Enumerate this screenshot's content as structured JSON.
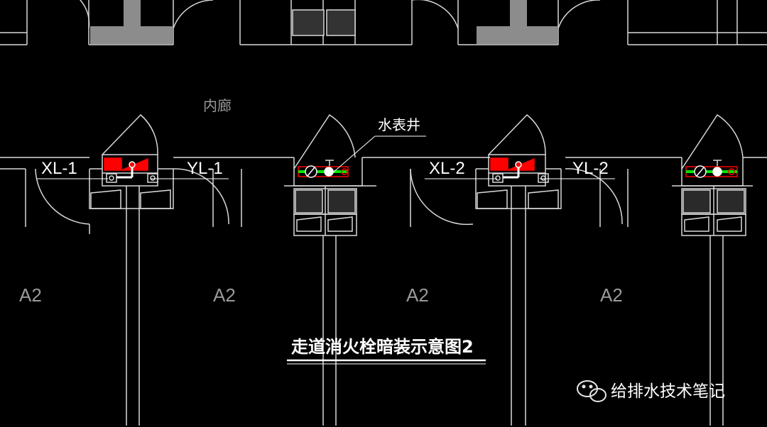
{
  "colors": {
    "background": "#000000",
    "wall": "#d9d9d9",
    "fill_gray": "#8c8c8c",
    "hydrant_red": "#ff0000",
    "pipe_green": "#00e600",
    "label_white": "#ffffff",
    "room_label_gray": "#9a9a9a"
  },
  "labels": {
    "corridor": "内廊",
    "meter_well": "水表井",
    "xl1": "XL-1",
    "yl1": "YL-1",
    "xl2": "XL-2",
    "yl2": "YL-2",
    "room_a": "A2",
    "room_b": "A2",
    "room_c": "A2",
    "room_d": "A2",
    "title": "走道消火栓暗装示意图2"
  },
  "watermark": {
    "icon": "wechat-icon",
    "text": "给排水技术笔记"
  }
}
